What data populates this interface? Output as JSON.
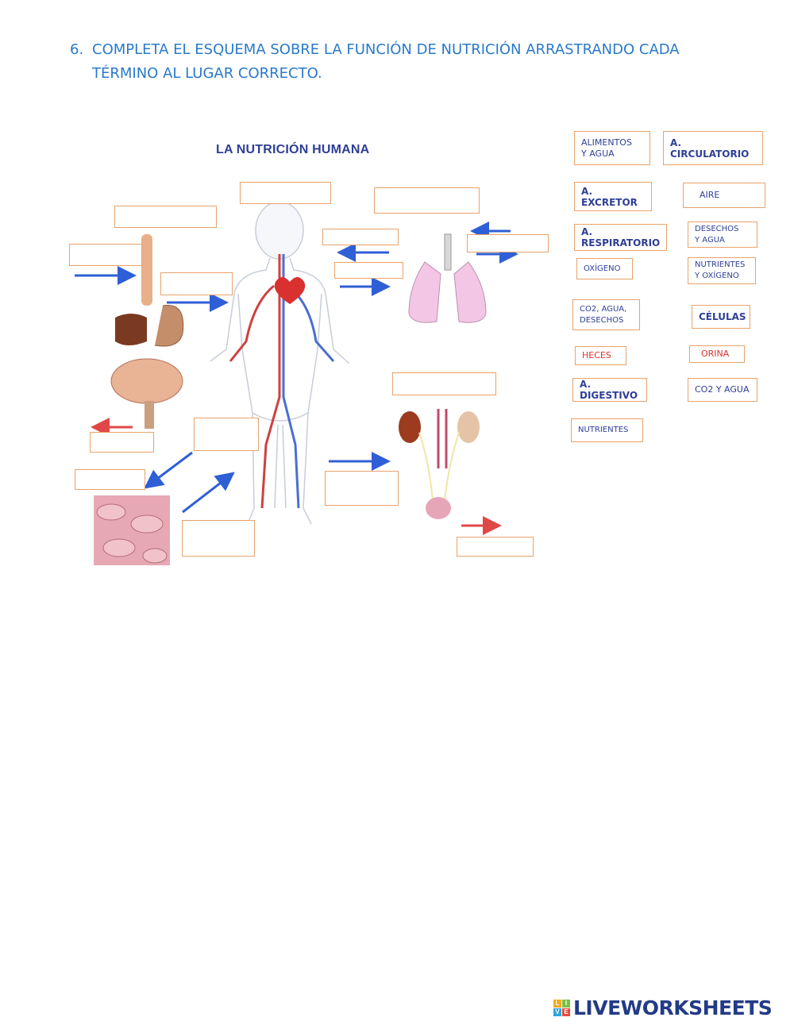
{
  "instruction": {
    "number": "6.",
    "text": "COMPLETA EL ESQUEMA SOBRE LA FUNCIÓN DE NUTRICIÓN ARRASTRANDO CADA TÉRMINO AL LUGAR CORRECTO."
  },
  "diagram": {
    "title": "LA NUTRICIÓN HUMANA"
  },
  "terms": [
    {
      "label": "ALIMENTOS\nY AGUA"
    },
    {
      "label": "A. CIRCULATORIO"
    },
    {
      "label": "A. EXCRETOR"
    },
    {
      "label": "AIRE"
    },
    {
      "label": "A. RESPIRATORIO"
    },
    {
      "label": "DESECHOS\nY AGUA"
    },
    {
      "label": "OXÍGENO"
    },
    {
      "label": "NUTRIENTES\nY OXÍGENO"
    },
    {
      "label": "CO2, AGUA,\nDESECHOS"
    },
    {
      "label": "CÉLULAS"
    },
    {
      "label": "HECES"
    },
    {
      "label": "ORINA"
    },
    {
      "label": "A. DIGESTIVO"
    },
    {
      "label": "CO2 Y AGUA"
    },
    {
      "label": "NUTRIENTES"
    }
  ],
  "colors": {
    "instruction": "#2a7ac9",
    "box_border": "#e8a36b",
    "arrow_blue": "#2f5fd6",
    "arrow_red": "#e04848"
  },
  "footer": {
    "brand": "LIVEWORKSHEETS"
  }
}
